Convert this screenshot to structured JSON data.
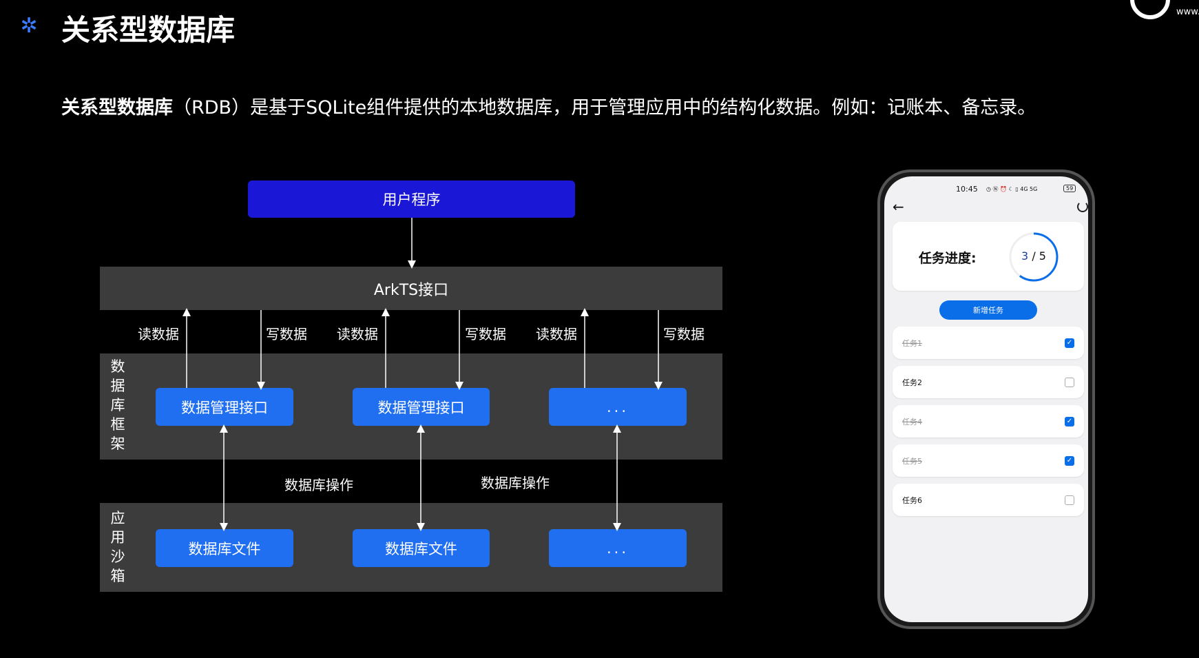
{
  "header": {
    "title": "关系型数据库",
    "icon": "sparkle-icon"
  },
  "subtitle": {
    "bold": "关系型数据库",
    "rest": "（RDB）是基于SQLite组件提供的本地数据库，用于管理应用中的结构化数据。例如：记账本、备忘录。"
  },
  "diagram": {
    "user_program": "用户程序",
    "arkts": "ArkTS接口",
    "read": "读数据",
    "write": "写数据",
    "framework_label": [
      "数",
      "据",
      "库",
      "框",
      "架"
    ],
    "sandbox_label": [
      "应",
      "用",
      "沙",
      "箱"
    ],
    "mgmt": [
      "数据管理接口",
      "数据管理接口",
      "..."
    ],
    "files": [
      "数据库文件",
      "数据库文件",
      "..."
    ],
    "db_op": "数据库操作"
  },
  "phone": {
    "time": "10:45",
    "status_icons": "◷ Ⓝ ⏰ ☾ ▯ 4G 5G",
    "battery": "59",
    "progress_label": "任务进度:",
    "progress_done": "3",
    "progress_total": "/ 5",
    "progress_fraction": 0.6,
    "add_button": "新增任务",
    "tasks": [
      {
        "name": "任务1",
        "done": true
      },
      {
        "name": "任务2",
        "done": false
      },
      {
        "name": "任务4",
        "done": true
      },
      {
        "name": "任务5",
        "done": true
      },
      {
        "name": "任务6",
        "done": false
      }
    ]
  },
  "watermark": {
    "url": "www."
  }
}
